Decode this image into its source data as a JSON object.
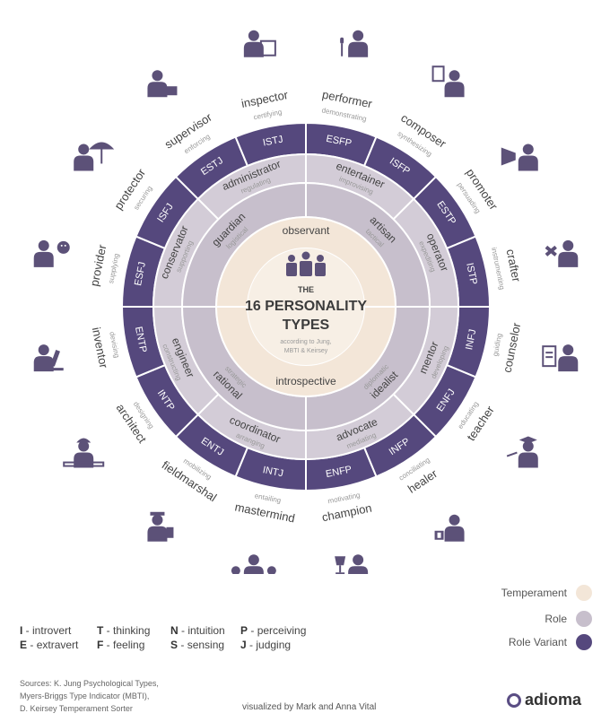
{
  "center": {
    "title_small": "THE",
    "title_line1": "16 PERSONALITY",
    "title_line2": "TYPES",
    "subtitle_line1": "according to Jung,",
    "subtitle_line2": "MBTI & Keirsey"
  },
  "temperaments": [
    {
      "name": "observant"
    },
    {
      "name": "introspective"
    }
  ],
  "roles": [
    {
      "name": "guardian",
      "sub": "logistical"
    },
    {
      "name": "artisan",
      "sub": "tactical"
    },
    {
      "name": "idealist",
      "sub": "diplomatic"
    },
    {
      "name": "rational",
      "sub": "strategic"
    }
  ],
  "variants": [
    {
      "name": "administrator",
      "sub": "regulating"
    },
    {
      "name": "entertainer",
      "sub": "improvising"
    },
    {
      "name": "operator",
      "sub": "expediting"
    },
    {
      "name": "mentor",
      "sub": "developing"
    },
    {
      "name": "advocate",
      "sub": "mediating"
    },
    {
      "name": "coordinator",
      "sub": "arranging"
    },
    {
      "name": "engineer",
      "sub": "constructing"
    },
    {
      "name": "conservator",
      "sub": "supporting"
    }
  ],
  "types": [
    {
      "code": "ESFP",
      "name": "performer",
      "sub": "demonstrating",
      "icon": "microphone-person-icon"
    },
    {
      "code": "ISFP",
      "name": "composer",
      "sub": "synthesizing",
      "icon": "painter-icon"
    },
    {
      "code": "ESTP",
      "name": "promoter",
      "sub": "persuading",
      "icon": "megaphone-icon"
    },
    {
      "code": "ISTP",
      "name": "crafter",
      "sub": "instrumenting",
      "icon": "tools-icon"
    },
    {
      "code": "INFJ",
      "name": "counselor",
      "sub": "guiding",
      "icon": "clipboard-person-icon"
    },
    {
      "code": "ENFJ",
      "name": "teacher",
      "sub": "educating",
      "icon": "graduate-icon"
    },
    {
      "code": "INFP",
      "name": "healer",
      "sub": "conciliating",
      "icon": "doctor-icon"
    },
    {
      "code": "ENFP",
      "name": "champion",
      "sub": "motivating",
      "icon": "trophy-icon"
    },
    {
      "code": "INTJ",
      "name": "mastermind",
      "sub": "entailing",
      "icon": "balance-icon"
    },
    {
      "code": "ENTJ",
      "name": "fieldmarshal",
      "sub": "mobilizing",
      "icon": "officer-icon"
    },
    {
      "code": "INTP",
      "name": "architect",
      "sub": "designing",
      "icon": "builder-icon"
    },
    {
      "code": "ENTP",
      "name": "inventor",
      "sub": "devising",
      "icon": "microscope-icon"
    },
    {
      "code": "ESFJ",
      "name": "provider",
      "sub": "supplying",
      "icon": "smiley-icon"
    },
    {
      "code": "ISFJ",
      "name": "protector",
      "sub": "securing",
      "icon": "umbrella-icon"
    },
    {
      "code": "ESTJ",
      "name": "supervisor",
      "sub": "enforcing",
      "icon": "briefcase-icon"
    },
    {
      "code": "ISTJ",
      "name": "inspector",
      "sub": "certifying",
      "icon": "desk-person-icon"
    }
  ],
  "legend": [
    {
      "label": "Temperament",
      "color": "#f3e6d8"
    },
    {
      "label": "Role",
      "color": "#c7bfcc"
    },
    {
      "label": "Role Variant",
      "color": "#55487d"
    }
  ],
  "key": [
    {
      "letter": "I",
      "text": "introvert"
    },
    {
      "letter": "E",
      "text": "extravert"
    },
    {
      "letter": "T",
      "text": "thinking"
    },
    {
      "letter": "F",
      "text": "feeling"
    },
    {
      "letter": "N",
      "text": "intuition"
    },
    {
      "letter": "S",
      "text": "sensing"
    },
    {
      "letter": "P",
      "text": "perceiving"
    },
    {
      "letter": "J",
      "text": "judging"
    }
  ],
  "sources": {
    "line1": "Sources: K. Jung Psychological Types,",
    "line2": "Myers-Briggs Type Indicator (MBTI),",
    "line3": "D. Keirsey Temperament Sorter"
  },
  "credit": "visualized by Mark and Anna Vital",
  "brand": "adioma",
  "colors": {
    "temperament": "#f3e6d8",
    "temperament_inner": "#f7efe5",
    "role": "#c7bfcc",
    "variant": "#d3ccd7",
    "type_ring": "#55487d",
    "icon": "#5c5178",
    "label_dark": "#444444",
    "label_light": "#999999"
  }
}
